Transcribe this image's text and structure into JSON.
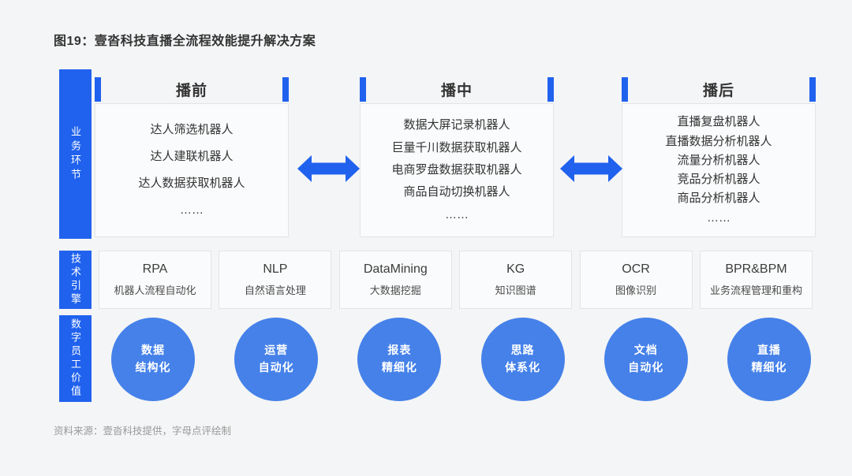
{
  "page": {
    "title": "图19：壹沓科技直播全流程效能提升解决方案",
    "source": "资料来源：壹沓科技提供，字母点评绘制"
  },
  "colors": {
    "primary_blue": "#2062EE",
    "circle_blue": "#4581E9",
    "background": "#f4f5f6"
  },
  "sidebar": {
    "rows": [
      {
        "label": "业务环节"
      },
      {
        "label": "技术引擎"
      },
      {
        "label": "数字员工价值"
      }
    ]
  },
  "stages": [
    {
      "title": "播前",
      "items": [
        "达人筛选机器人",
        "达人建联机器人",
        "达人数据获取机器人",
        "……"
      ]
    },
    {
      "title": "播中",
      "items": [
        "数据大屏记录机器人",
        "巨量千川数据获取机器人",
        "电商罗盘数据获取机器人",
        "商品自动切换机器人",
        "……"
      ]
    },
    {
      "title": "播后",
      "items": [
        "直播复盘机器人",
        "直播数据分析机器人",
        "流量分析机器人",
        "竞品分析机器人",
        "商品分析机器人",
        "……"
      ]
    }
  ],
  "tech_engines": [
    {
      "name": "RPA",
      "desc": "机器人流程自动化"
    },
    {
      "name": "NLP",
      "desc": "自然语言处理"
    },
    {
      "name": "DataMining",
      "desc": "大数据挖掘"
    },
    {
      "name": "KG",
      "desc": "知识图谱"
    },
    {
      "name": "OCR",
      "desc": "图像识别"
    },
    {
      "name": "BPR&BPM",
      "desc": "业务流程管理和重构"
    }
  ],
  "values": [
    {
      "line1": "数据",
      "line2": "结构化"
    },
    {
      "line1": "运营",
      "line2": "自动化"
    },
    {
      "line1": "报表",
      "line2": "精细化"
    },
    {
      "line1": "思路",
      "line2": "体系化"
    },
    {
      "line1": "文档",
      "line2": "自动化"
    },
    {
      "line1": "直播",
      "line2": "精细化"
    }
  ]
}
